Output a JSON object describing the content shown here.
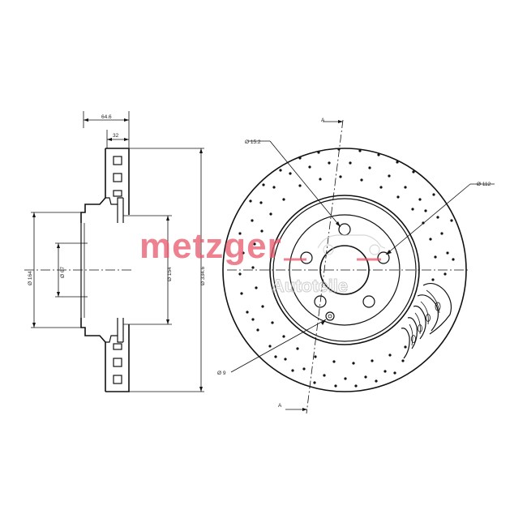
{
  "brand": {
    "name": "metzger",
    "subtitle": "Autoteile",
    "color": "#e8576a"
  },
  "dimensions": {
    "thickness_total": "64.6",
    "thickness_disc": "32",
    "hub_diameter": "Ø 164",
    "center_bore": "Ø 67",
    "inner_diameter": "Ø 154",
    "outer_diameter": "Ø 334.6",
    "hole_diameter": "Ø 15.2",
    "pcd": "Ø 112",
    "small_hole": "Ø 9",
    "section_top": "A",
    "section_bottom": "A"
  }
}
